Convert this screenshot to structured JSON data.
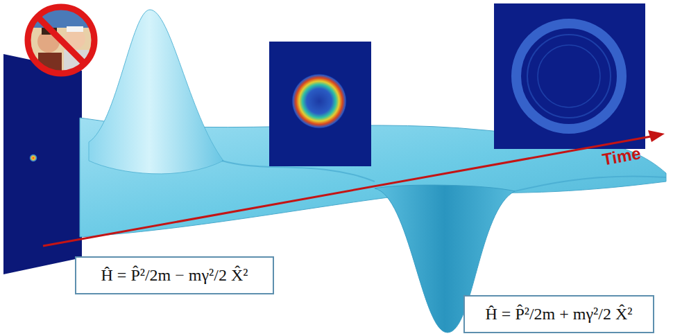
{
  "diagram": {
    "nodes": [
      {
        "text": [
          "Ĥ = P̂²/2m − mγ²/2 X̂²"
        ]
      },
      {
        "text": [
          "Ĥ = P̂²/2m + mγ²/2 X̂²"
        ]
      }
    ],
    "labels": [
      "Time"
    ]
  }
}
